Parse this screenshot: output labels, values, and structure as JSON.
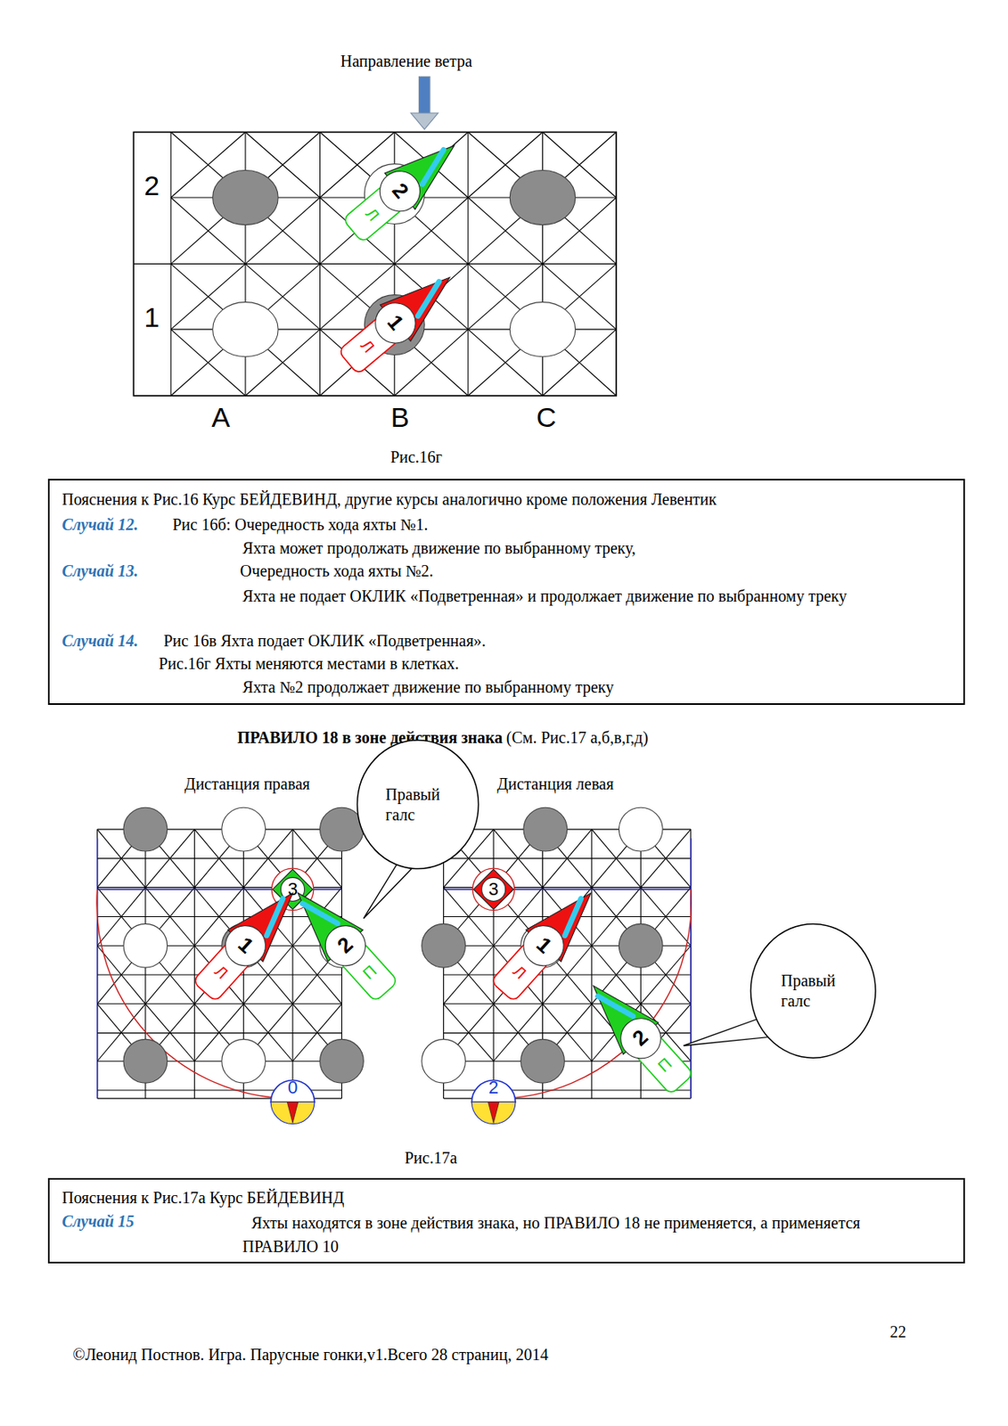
{
  "diagram": {
    "nodes": [
      {
        "text": [
          "Пояснения к Рис.16 Курс БЕЙДЕВИНД, другие курсы аналогично кроме положения Левентик",
          "Случай 12.",
          "Рис 16б: Очередность хода яхты №1.",
          "Яхта может продолжать движение по выбранному треку,",
          "Случай 13.",
          "Очередность хода яхты №2.",
          "Яхта не подает ОКЛИК «Подветренная» и продолжает движение по выбранному треку",
          "Случай 14.",
          "Рис 16в Яхта подает ОКЛИК «Подветренная».",
          "Рис.16г Яхты меняются местами в клетках.",
          "Яхта №2 продолжает движение по выбранному треку"
        ]
      },
      {
        "text": [
          "Правый галс"
        ]
      },
      {
        "text": [
          "Правый галс"
        ]
      },
      {
        "text": [
          "Пояснения к Рис.17а Курс БЕЙДЕВИНД",
          "Случай 15",
          "Яхты находятся в зоне действия знака, но ПРАВИЛО 18 не применяется, а применяется ПРАВИЛО 10"
        ]
      }
    ],
    "labels": [
      "Направление ветра",
      "2",
      "1",
      "A",
      "B",
      "C",
      "2",
      "Л",
      "1",
      "Л",
      "Рис.16г",
      "ПРАВИЛО 18 в зоне действия знака",
      "(См. Рис.17 а,б,в,г,д)",
      "Дистанция правая",
      "Дистанция левая",
      "3",
      "1",
      "Л",
      "2",
      "П",
      "0",
      "3",
      "1",
      "Л",
      "2",
      "П",
      "2",
      "Рис.17а",
      "22",
      "©Леонид Постнов. Игра. Парусные гонки,v1.Всего 28 страниц, 2014"
    ]
  }
}
